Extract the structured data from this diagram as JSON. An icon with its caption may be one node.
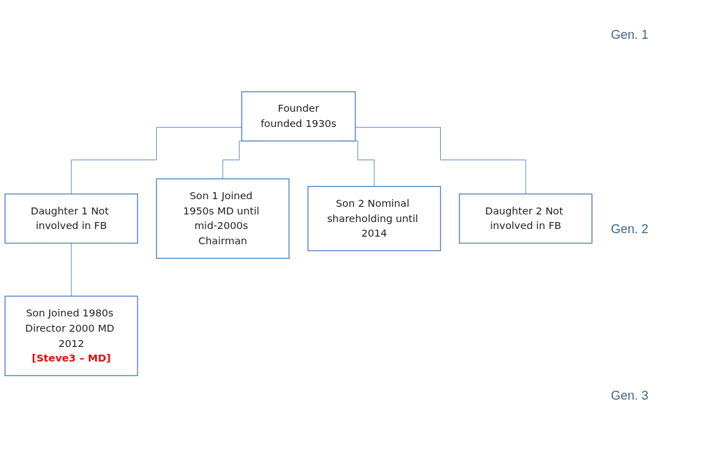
{
  "diagram": {
    "nodes": [
      {
        "text": [
          "Founder",
          "founded 1930s"
        ]
      },
      {
        "text": [
          "Daughter 1 Not involved in FB"
        ]
      },
      {
        "text": [
          "Son 1 Joined 1950s MD until mid-2000s Chairman"
        ]
      },
      {
        "text": [
          "Son 2 Nominal shareholding until 2014"
        ]
      },
      {
        "text": [
          "Daughter 2 Not involved in FB"
        ]
      },
      {
        "text": [
          "Son Joined 1980s Director 2000 MD 2012",
          "**[Steve3 – MD]**"
        ]
      }
    ],
    "edges": [
      {
        "from": 0,
        "to": 1,
        "arrow": "none"
      },
      {
        "from": 0,
        "to": 2,
        "arrow": "none"
      },
      {
        "from": 0,
        "to": 3,
        "arrow": "none"
      },
      {
        "from": 0,
        "to": 4,
        "arrow": "none"
      },
      {
        "from": 1,
        "to": 5,
        "arrow": "none"
      }
    ],
    "labels": [
      "Gen. 1",
      "Gen. 2",
      "Gen. 3"
    ]
  }
}
